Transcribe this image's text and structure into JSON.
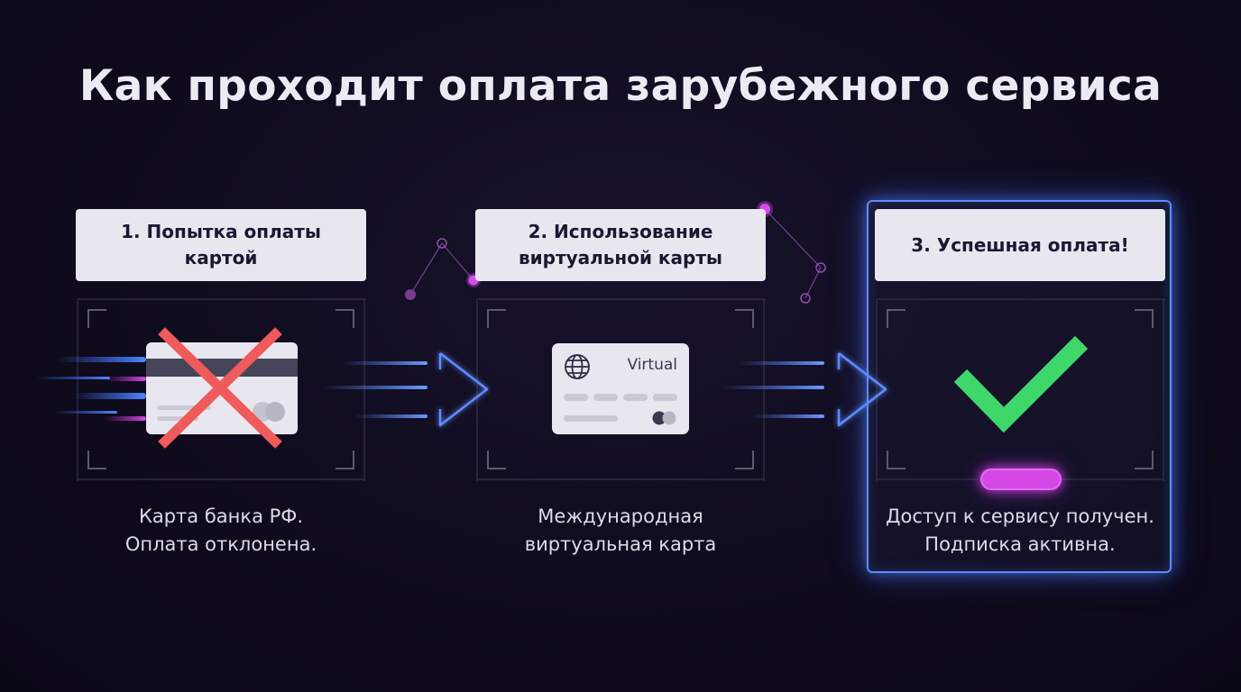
{
  "title": "Как проходит оплата зарубежного сервиса",
  "steps": [
    {
      "label": "1. Попытка оплаты\nкартой",
      "caption": "Карта банка РФ.\nОплата отклонена."
    },
    {
      "label": "2. Использование\nвиртуальной карты",
      "caption": "Международная\nвиртуальная карта",
      "card_text": "Virtual"
    },
    {
      "label": "3. Успешная оплата!",
      "caption": "Доступ к сервису получен.\nПодписка активна."
    }
  ],
  "icons": [
    "globe-icon",
    "red-x-icon",
    "green-checkmark-icon",
    "arrow-right-icon"
  ],
  "colors": {
    "background": "#0f0b1d",
    "label_box": "#e8e7ef",
    "reject": "#ef5a5a",
    "success": "#3fd76a",
    "accent_blue": "#5d8cff",
    "accent_magenta": "#d448e6"
  }
}
